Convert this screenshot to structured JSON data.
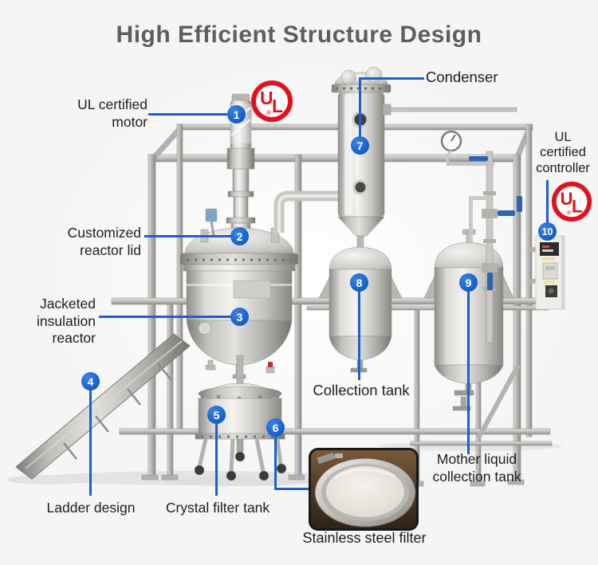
{
  "title": "High Efficient Structure Design",
  "colors": {
    "accent_blue": "#1b5fd0",
    "callout_blue": "#115bc4",
    "ul_red": "#e0121b",
    "title_gray": "#5d5e60",
    "label_black": "#1e1e1e",
    "background": "#f5f5f6"
  },
  "ul_logo": {
    "u": "U",
    "l": "L",
    "registered": "®"
  },
  "callouts": [
    {
      "number": "1",
      "label": "UL certified\nmotor"
    },
    {
      "number": "2",
      "label": "Customized\nreactor lid"
    },
    {
      "number": "3",
      "label": "Jacketed\ninsulation\nreactor"
    },
    {
      "number": "4",
      "label": "Ladder design"
    },
    {
      "number": "5",
      "label": "Crystal filter tank"
    },
    {
      "number": "6",
      "label": "Stainless steel filter"
    },
    {
      "number": "7",
      "label": "Condenser"
    },
    {
      "number": "8",
      "label": "Collection tank"
    },
    {
      "number": "9",
      "label": "Mother liquid\ncollection tank"
    },
    {
      "number": "10",
      "label": "UL\ncertified\ncontroller"
    }
  ]
}
